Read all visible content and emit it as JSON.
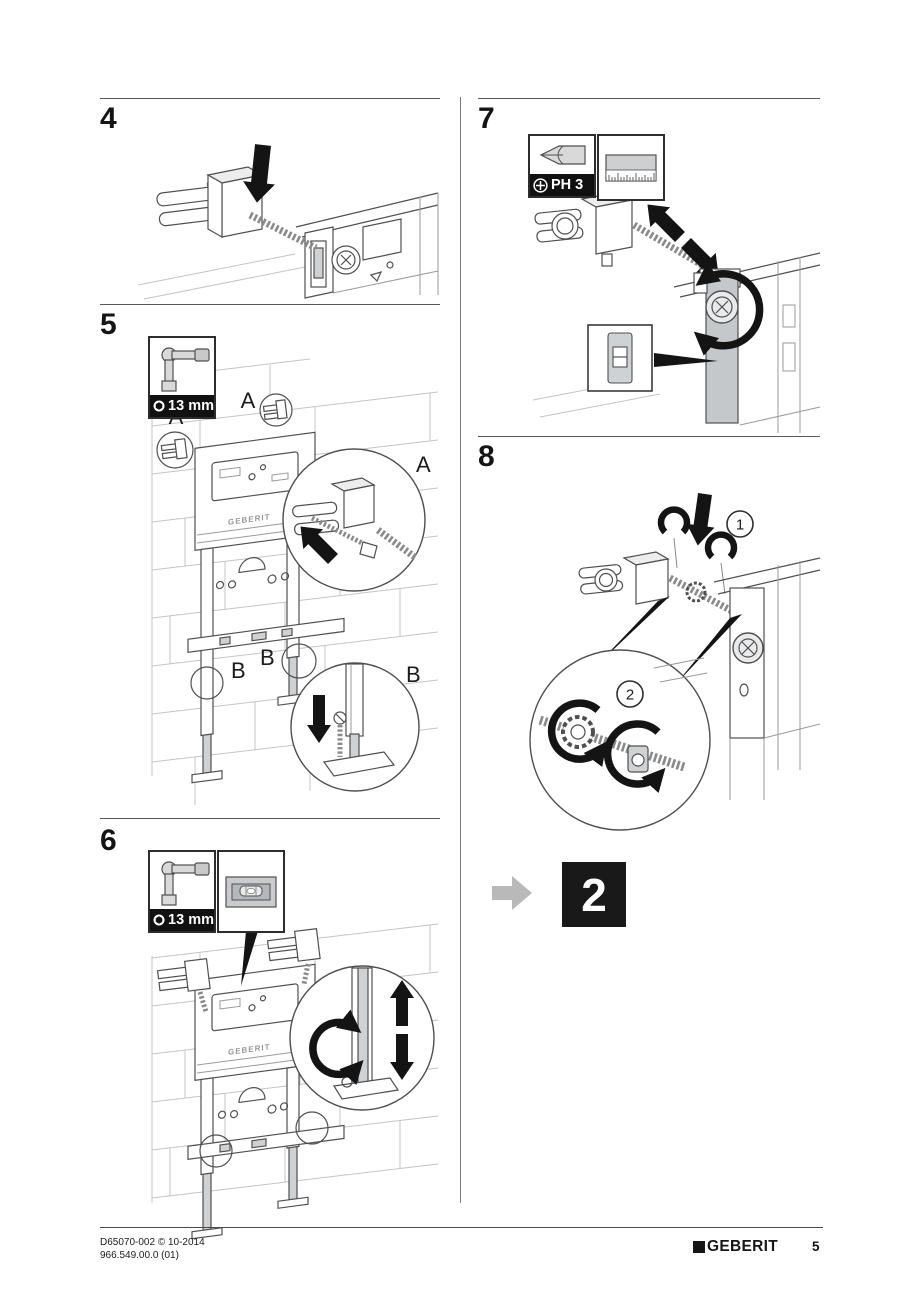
{
  "steps": {
    "s4": {
      "number": "4"
    },
    "s5": {
      "number": "5",
      "tool_size": "13 mm",
      "label_a": "A",
      "label_b": "B",
      "cistern_brand": "GEBERIT"
    },
    "s6": {
      "number": "6",
      "tool_size": "13 mm",
      "cistern_brand": "GEBERIT"
    },
    "s7": {
      "number": "7",
      "tool_bit": "PH 3"
    },
    "s8": {
      "number": "8",
      "marker_1": "1",
      "marker_2": "2"
    }
  },
  "next_step": {
    "label": "2"
  },
  "icons": {
    "socket_wrench": "socket-wrench-icon",
    "hex_socket": "hex-socket-icon",
    "spirit_level": "spirit-level-icon",
    "phillips_bit": "phillips-bit-icon",
    "phillips_symbol": "phillips-symbol-icon",
    "ruler": "ruler-icon"
  },
  "footer": {
    "doc_code": "D65070-002 © 10-2014",
    "article_code": "966.549.00.0 (01)",
    "brand": "GEBERIT",
    "page_number": "5"
  }
}
